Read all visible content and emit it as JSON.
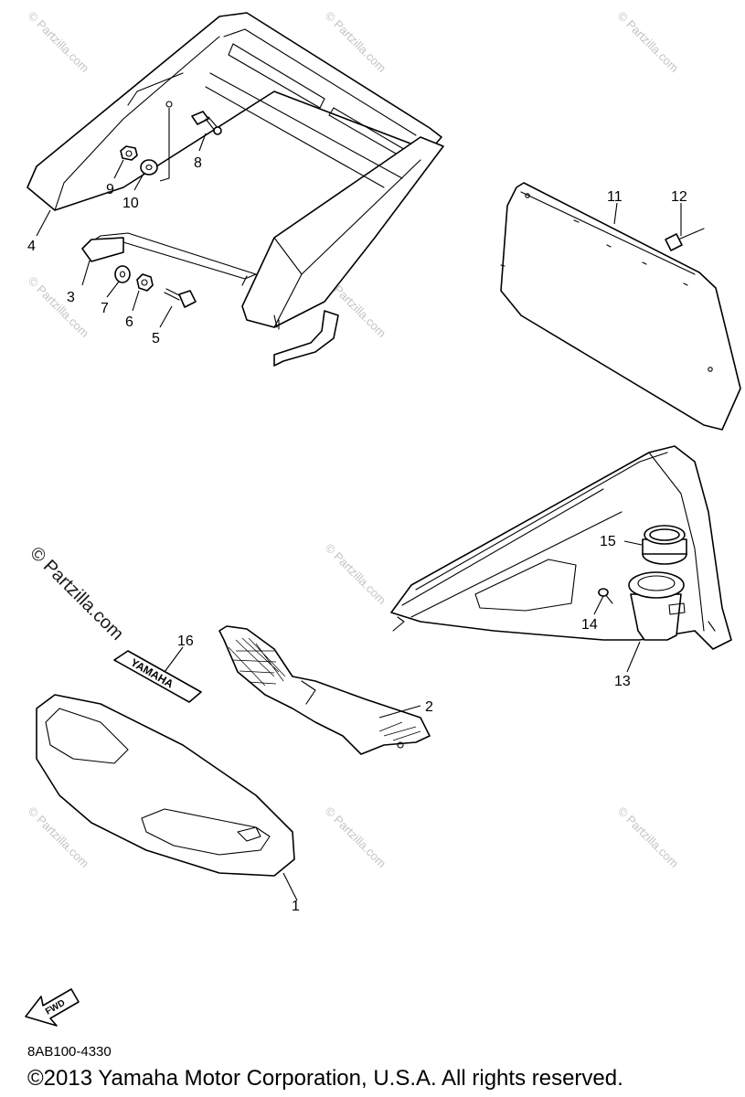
{
  "watermarks": {
    "tile_text": "© Partzilla.com",
    "main_text": "© Partzilla.com"
  },
  "callouts": {
    "c1": "1",
    "c2": "2",
    "c3": "3",
    "c4": "4",
    "c5": "5",
    "c6": "6",
    "c7": "7",
    "c8": "8",
    "c9": "9",
    "c10": "10",
    "c11": "11",
    "c12": "12",
    "c13": "13",
    "c14": "14",
    "c15": "15",
    "c16": "16"
  },
  "decal_text": "YAMAHA",
  "fwd_arrow_text": "FWD",
  "document_code": "8AB100-4330",
  "copyright": "©2013  Yamaha Motor Corporation, U.S.A. All rights reserved."
}
